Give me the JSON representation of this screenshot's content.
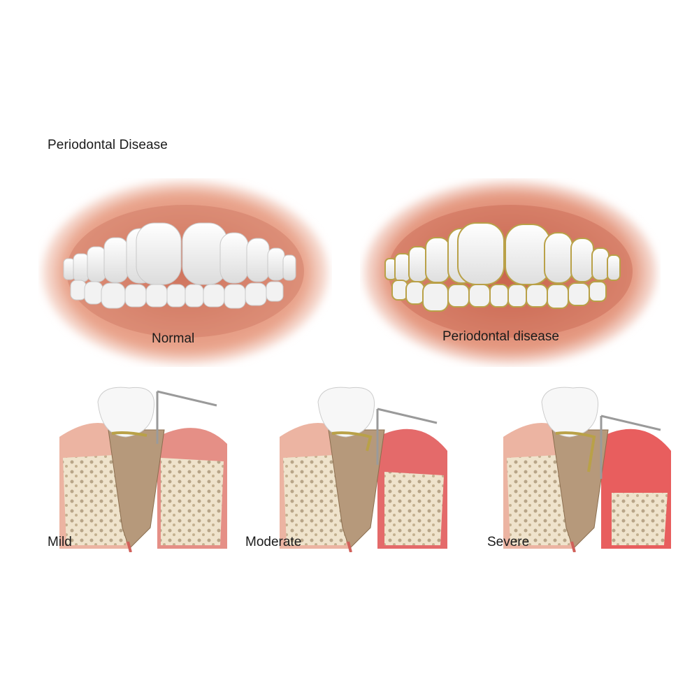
{
  "title": "Periodontal Disease",
  "mouths": [
    {
      "label": "Normal"
    },
    {
      "label": "Periodontal disease"
    }
  ],
  "stages": [
    {
      "label": "Mild"
    },
    {
      "label": "Moderate"
    },
    {
      "label": "Severe"
    }
  ],
  "colors": {
    "lip_outer": "#e9a48c",
    "lip_inner": "#d9836a",
    "gum_healthy": "#e58f86",
    "gum_inflamed": "#e46a6a",
    "enamel": "#f7f7f7",
    "root": "#b6997b",
    "bone": "#efe3cc",
    "bone_pore": "#b8a588",
    "tartar": "#b9a148",
    "probe": "#9a9a9a"
  }
}
